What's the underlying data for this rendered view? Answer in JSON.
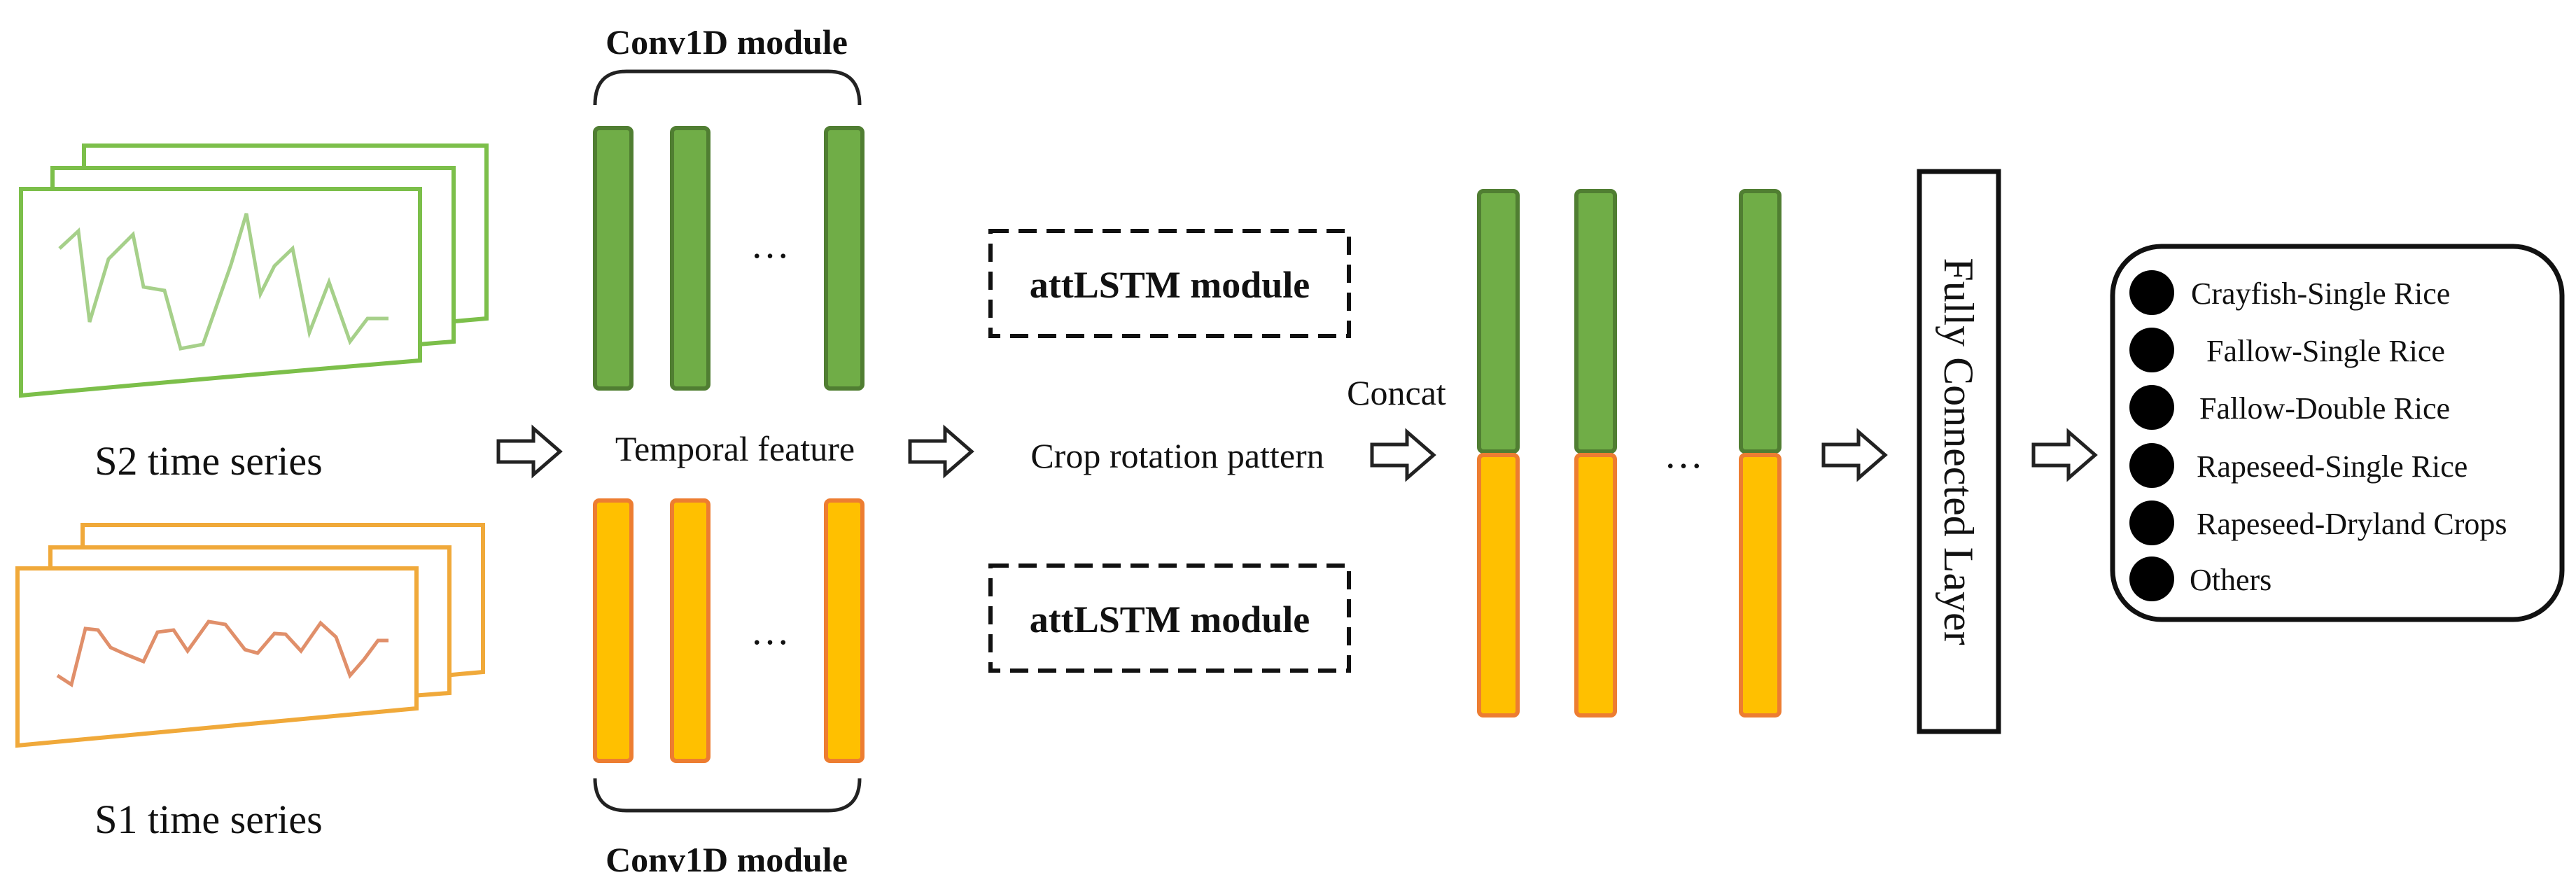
{
  "inputs": {
    "s2_label": "S2 time series",
    "s1_label": "S1 time series"
  },
  "conv": {
    "top_label": "Conv1D module",
    "bottom_label": "Conv1D module",
    "ellipsis": "…",
    "temporal_feature": "Temporal feature"
  },
  "lstm": {
    "top_label": "attLSTM module",
    "bottom_label": "attLSTM module",
    "crop_rotation": "Crop rotation pattern"
  },
  "concat": {
    "label": "Concat",
    "ellipsis": "…"
  },
  "fc": {
    "label": "Fully Connected Layer"
  },
  "outputs": {
    "classes": [
      "Crayfish-Single Rice",
      "Fallow-Single Rice",
      "Fallow-Double Rice",
      "Rapeseed-Single Rice",
      "Rapeseed-Dryland Crops",
      "Others"
    ]
  },
  "colors": {
    "s2_frame": "#7cbf4a",
    "s2_line": "#a6d08a",
    "s1_frame": "#f0a93a",
    "s1_line": "#e08f6a",
    "green_fill": "#70ad47",
    "green_stroke": "#507e32",
    "orange_fill": "#ffc000",
    "orange_stroke": "#ed7d31"
  }
}
